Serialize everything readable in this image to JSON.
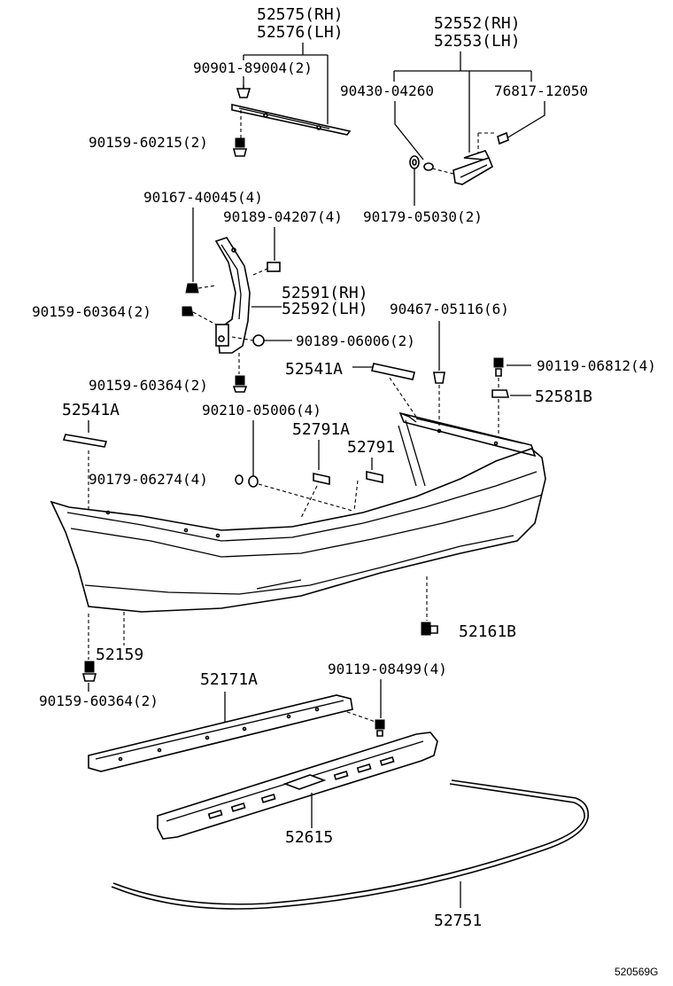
{
  "labels": {
    "p52575": "52575(RH)",
    "p52576": "52576(LH)",
    "p90901": "90901-89004(2)",
    "p90159a": "90159-60215(2)",
    "p52552": "52552(RH)",
    "p52553": "52553(LH)",
    "p90430": "90430-04260",
    "p76817": "76817-12050",
    "p90179a": "90179-05030(2)",
    "p90167": "90167-40045(4)",
    "p90189a": "90189-04207(4)",
    "p52591": "52591(RH)",
    "p52592": "52592(LH)",
    "p90159b": "90159-60364(2)",
    "p90467": "90467-05116(6)",
    "p90189b": "90189-06006(2)",
    "p52541A_top": "52541A",
    "p90119a": "90119-06812(4)",
    "p90159c": "90159-60364(2)",
    "p52581B": "52581B",
    "p52541A_left": "52541A",
    "p90210": "90210-05006(4)",
    "p52791A": "52791A",
    "p52791": "52791",
    "p90179b": "90179-06274(4)",
    "p52161B": "52161B",
    "p52159": "52159",
    "p52171A": "52171A",
    "p90119b": "90119-08499(4)",
    "p90159d": "90159-60364(2)",
    "p52615": "52615",
    "p52751": "52751",
    "figure_id": "520569G"
  }
}
